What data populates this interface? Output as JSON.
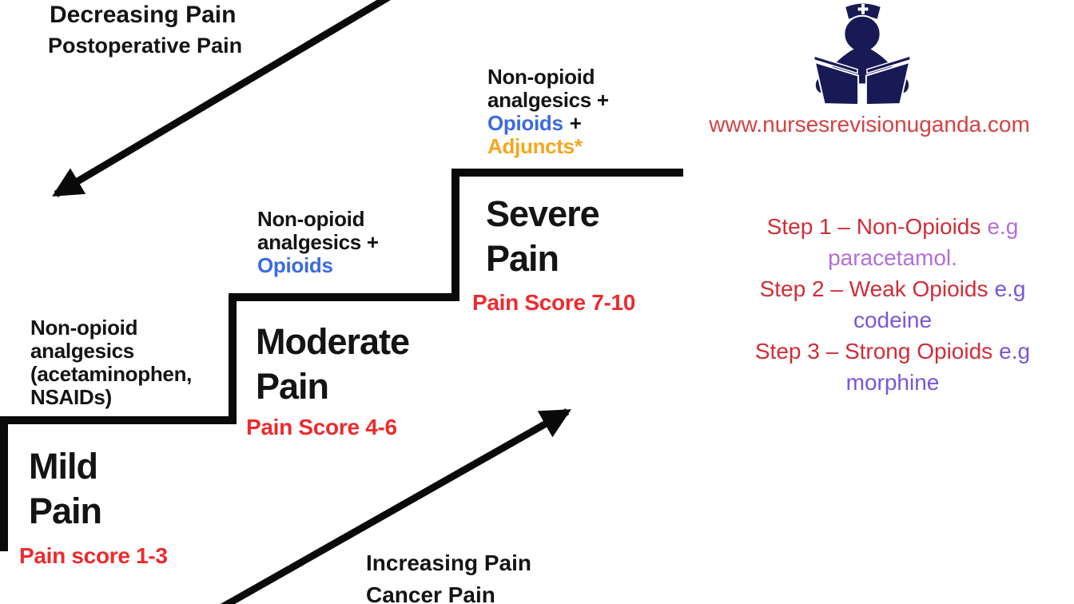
{
  "colors": {
    "stairs_black": "#0a0a0a",
    "text_black": "#141414",
    "opioids_blue": "#3c6ae0",
    "adjuncts_orange": "#f7a51d",
    "score_red": "#ec2b2e",
    "who_step_red": "#d02d38",
    "paracetamol_purple": "#b36fd6",
    "opioid_violet": "#7a55d8",
    "url_red": "#d24343",
    "nurse_navy": "#181a55"
  },
  "arrows": {
    "decreasing": {
      "line1": "Decreasing Pain",
      "line2": "Postoperative Pain"
    },
    "increasing": {
      "line1": "Increasing Pain",
      "line2": "Cancer Pain"
    }
  },
  "ladder": {
    "mild": {
      "meds": {
        "line1": "Non-opioid",
        "line2": "analgesics",
        "line3": "(acetaminophen,",
        "line4": "NSAIDs)"
      },
      "title1": "Mild",
      "title2": "Pain",
      "score": "Pain score 1-3"
    },
    "moderate": {
      "meds": {
        "line1": "Non-opioid",
        "line2": "analgesics +",
        "opioids": "Opioids"
      },
      "title1": "Moderate",
      "title2": "Pain",
      "score": "Pain Score 4-6"
    },
    "severe": {
      "meds": {
        "line1": "Non-opioid",
        "line2": "analgesics +",
        "opioids": "Opioids",
        "plus": "+",
        "adjuncts": "Adjuncts*"
      },
      "title1": "Severe",
      "title2": "Pain",
      "score": "Pain Score 7-10"
    }
  },
  "branding": {
    "url": "www.nursesrevisionuganda.com",
    "icon": "nurse-reading-book"
  },
  "who_steps": {
    "step1": {
      "label": "Step 1 – Non-Opioids",
      "eg": "e.g",
      "example": "paracetamol."
    },
    "step2": {
      "label": "Step 2 – Weak Opioids",
      "eg": "e.g",
      "example": "codeine"
    },
    "step3": {
      "label": "Step 3 – Strong Opioids",
      "eg": "e.g",
      "example": "morphine"
    }
  }
}
